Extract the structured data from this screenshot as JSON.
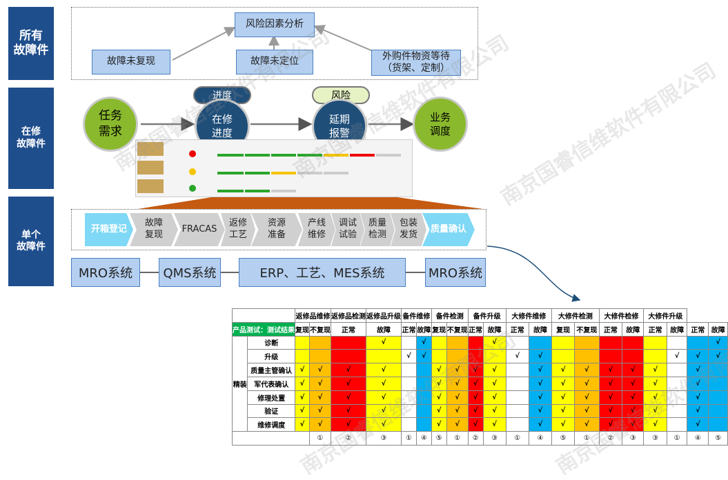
{
  "sections": [
    "所有\n故障件",
    "在修\n故障件",
    "单个\n故障件"
  ],
  "top": {
    "center": "风险因素分析",
    "left": "故障未复现",
    "middle": "故障未定位",
    "right": "外购件物资等待\n（货架、定制）"
  },
  "flow": {
    "circle1": "任务\n需求",
    "circle2": "在修\n进度",
    "circle3": "延期\n报警",
    "circle4": "业务\n调度",
    "pill1": "进度",
    "pill2": "风险"
  },
  "chevrons": [
    "开箱登记",
    "故障\n复现",
    "FRACAS",
    "返修\n工艺",
    "资源\n准备",
    "产线\n维修",
    "调试\n试验",
    "质量\n检测",
    "包装\n发货",
    "质量确认"
  ],
  "systems": [
    "MRO系统",
    "QMS系统",
    "ERP、工艺、MES系统",
    "MRO系统"
  ],
  "table": {
    "groups": [
      "返修品维修",
      "返修品检测",
      "返修品升级",
      "备件维修",
      "备件检测",
      "备件升级",
      "大修件维修",
      "大修件检测",
      "大修件检修",
      "大修件升级"
    ],
    "header_label": "产品测试：测试结果",
    "subs": [
      "复现",
      "不复现",
      "正常",
      "故障",
      "正常",
      "故障",
      "复现",
      "不复现",
      "正常",
      "故障",
      "正常",
      "故障",
      "复现",
      "不复现",
      "正常",
      "故障",
      "正常",
      "故障",
      "正常",
      "故障"
    ],
    "row_group": "精装",
    "rows": [
      "诊断",
      "升级",
      "质量主管确认",
      "军代表确认",
      "修理处置",
      "验证",
      "维修调度"
    ],
    "check": "√",
    "footer": [
      "①",
      "②",
      "③",
      "①",
      "④",
      "⑤",
      "①",
      "②",
      "③",
      "①",
      "④",
      "⑤",
      "①",
      "②",
      "③",
      "③",
      "①",
      "④",
      "⑤"
    ]
  },
  "watermark": "南京国睿信维软件有限公司",
  "colors": {
    "navy": "#1f4e8c",
    "green": "#8ab92d",
    "box": "#b4cff0",
    "cyan": "#7fd8f5",
    "chevron": "#d0d0d0"
  }
}
